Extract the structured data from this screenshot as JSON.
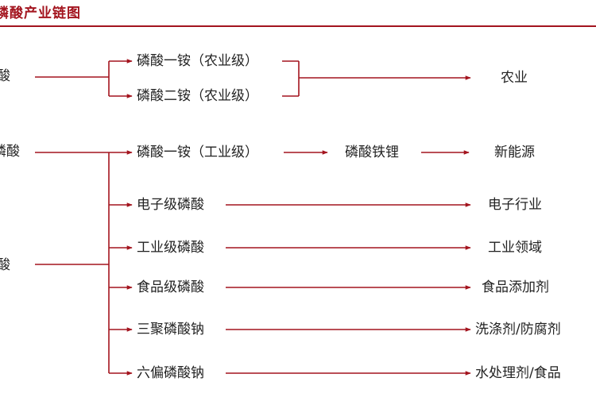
{
  "title": "磷酸产业链图",
  "sources": {
    "top": "酸",
    "middle": "磷酸",
    "bottom": "酸"
  },
  "products": {
    "map": "磷酸一铵（农业级）",
    "dap": "磷酸二铵（农业级）",
    "map_industrial": "磷酸一铵（工业级）",
    "electronic": "电子级磷酸",
    "industrial": "工业级磷酸",
    "food": "食品级磷酸",
    "stpp": "三聚磷酸钠",
    "shmp": "六偏磷酸钠"
  },
  "intermediate": {
    "lfp": "磷酸铁锂"
  },
  "applications": {
    "agriculture": "农业",
    "new_energy": "新能源",
    "electronics": "电子行业",
    "industry": "工业领域",
    "food_additive": "食品添加剂",
    "detergent": "洗涤剂/防腐剂",
    "water_food": "水处理剂/食品"
  },
  "colors": {
    "accent": "#a3141e",
    "text": "#222222"
  }
}
